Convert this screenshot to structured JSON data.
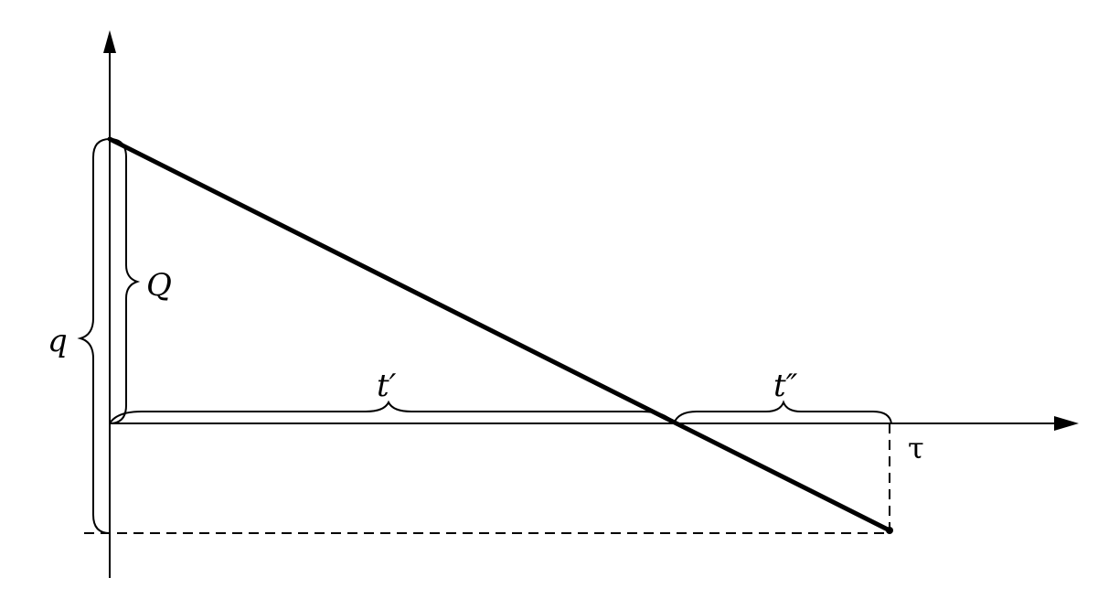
{
  "diagram": {
    "labels": {
      "q": "q",
      "Q": "Q",
      "t_prime": "t′",
      "t_double_prime": "t″",
      "tau": "τ"
    },
    "colors": {
      "ink": "#000000",
      "background": "#ffffff"
    }
  }
}
